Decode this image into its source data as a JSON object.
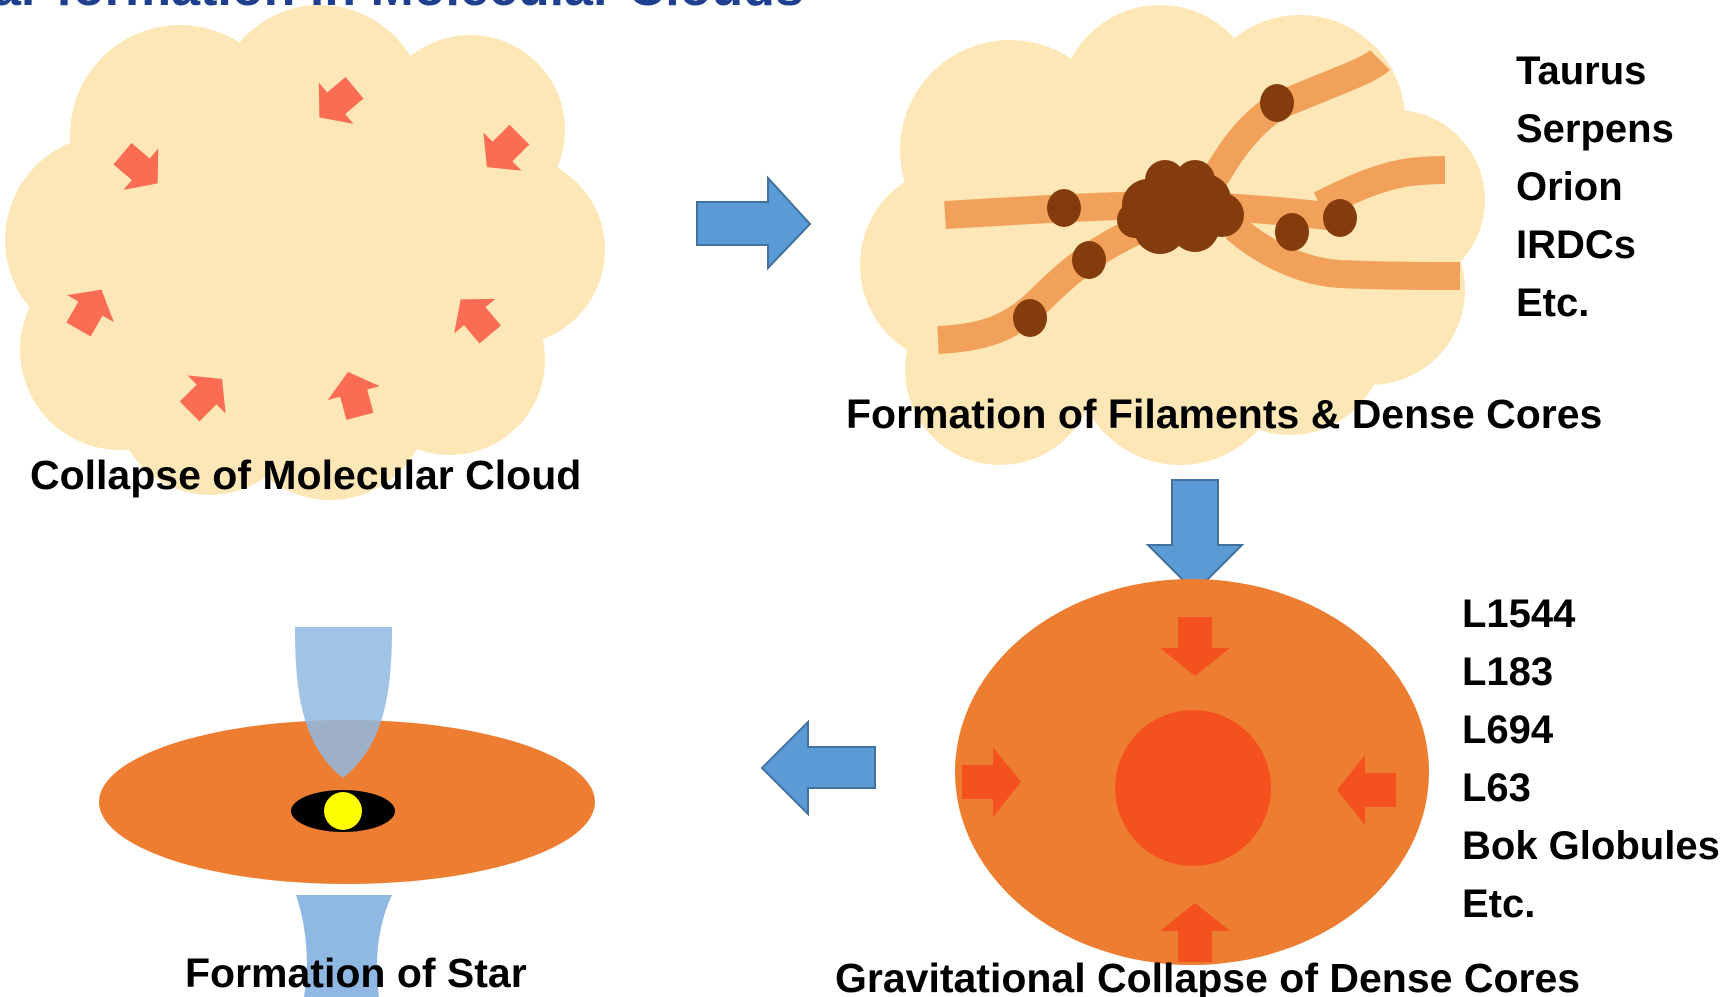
{
  "title": "ar formation in Molecular Clouds",
  "stages": {
    "cloud_collapse": "Collapse of Molecular Cloud",
    "filaments": "Formation of Filaments & Dense Cores",
    "core_collapse": "Gravitational Collapse of Dense Cores",
    "star": "Formation of Star"
  },
  "filament_examples": [
    "Taurus",
    "Serpens",
    "Orion",
    "IRDCs",
    "Etc."
  ],
  "core_examples": [
    "L1544",
    "L183",
    "L694",
    "L63",
    "Bok Globules",
    "Etc."
  ],
  "colors": {
    "title": "#1f3f8f",
    "cloud": "#fde7b6",
    "inward_arrow": "#fb6d53",
    "filament": "#f2a15a",
    "dense_core": "#843c0c",
    "flow_arrow": "#5b9bd5",
    "core_envelope": "#ed7d31",
    "core_center": "#f4511e",
    "disk": "#ed7d31",
    "jet": "#8fb8e2",
    "protostar": "#ffff00"
  }
}
